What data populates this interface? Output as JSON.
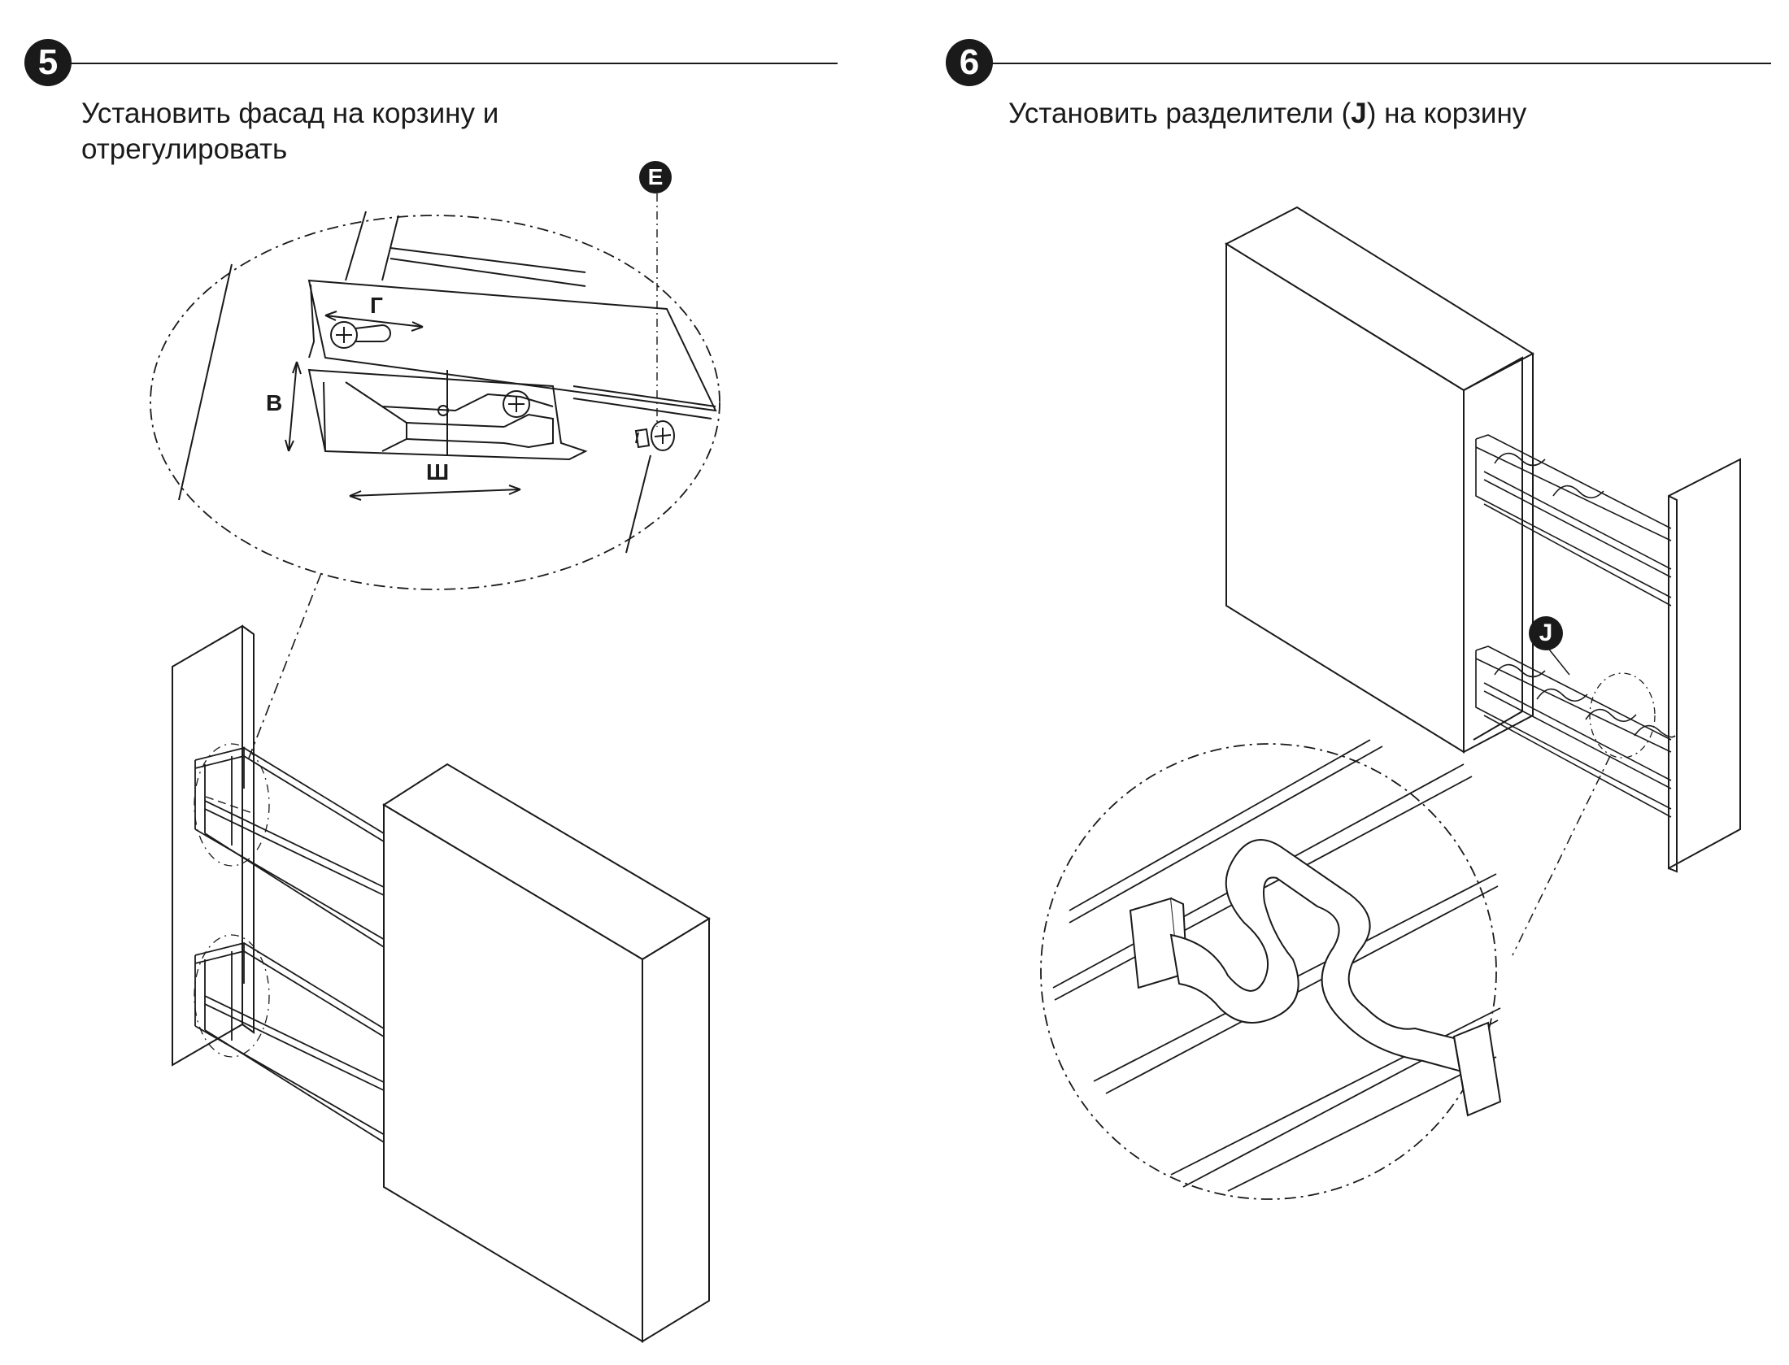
{
  "steps": [
    {
      "number": "5",
      "line1": "Установить фасад на корзину и",
      "line2": "отрегулировать"
    },
    {
      "number": "6",
      "text_before": "Установить разделители (",
      "text_bold": "J",
      "text_after": ") на корзину"
    }
  ],
  "labels": {
    "screw": "E",
    "divider": "J",
    "dim_g": "Г",
    "dim_v": "В",
    "dim_sh": "Ш"
  },
  "colors": {
    "ink": "#1a1a1a",
    "paper": "#ffffff"
  }
}
